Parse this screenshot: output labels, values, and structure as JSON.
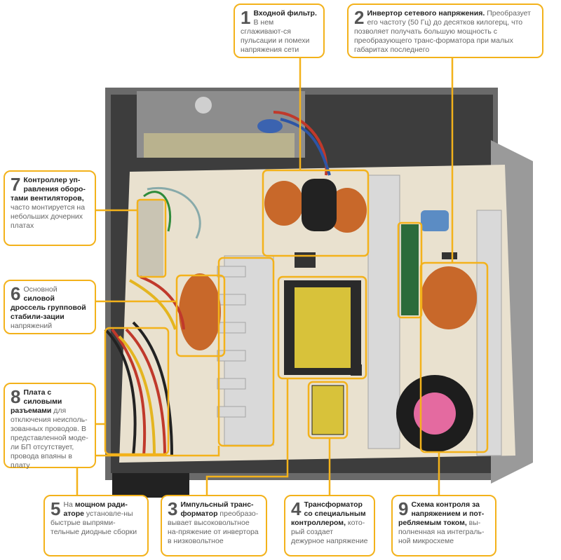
{
  "colors": {
    "accent": "#f3b21b",
    "board": "#e9e1cf",
    "heatsink": "#d9d9d9",
    "chassis": "#5f5f5f",
    "copper": "#c8682a"
  },
  "callouts": [
    {
      "num": "1",
      "title": "Входной фильтр.",
      "text": " В нем сглаживают-ся пульсации и помехи напряжения сети"
    },
    {
      "num": "2",
      "title": "Инвертор сетевого напряжения.",
      "text": " Преобразует его частоту (50 Гц) до десятков килогерц, что позволяет получать большую мощность с преобразующего транс-форматора при малых габаритах последнего"
    },
    {
      "num": "7",
      "title": "Контроллер уп-равления оборо-тами вентиляторов,",
      "text": " часто монтируется на небольших дочерних платах"
    },
    {
      "num": "6",
      "title": "силовой дроссель групповой стабили-зации",
      "prefix": "Основной ",
      "text": " напряжений"
    },
    {
      "num": "8",
      "title": "Плата с силовыми разъемами",
      "text": " для отключения неисполь-зованных проводов. В представленной моде-ли БП отсутствует, провода впаяны в плату"
    },
    {
      "num": "5",
      "title": "мощном ради-аторе",
      "prefix": "На ",
      "text": " установле-ны быстрые выпрями-тельные диодные сборки"
    },
    {
      "num": "3",
      "title": "Импульсный транс-форматор",
      "text": " преобразо-вывает высоковольтное на-пряжение от инвертора в низковольтное"
    },
    {
      "num": "4",
      "title": "Трансформатор со специальным контроллером,",
      "text": " кото-рый создает дежурное напряжение"
    },
    {
      "num": "9",
      "title": "Схема контроля за напряжением и пот-ребляемым током,",
      "text": " вы-полненная на интеграль-ной микросхеме"
    }
  ]
}
